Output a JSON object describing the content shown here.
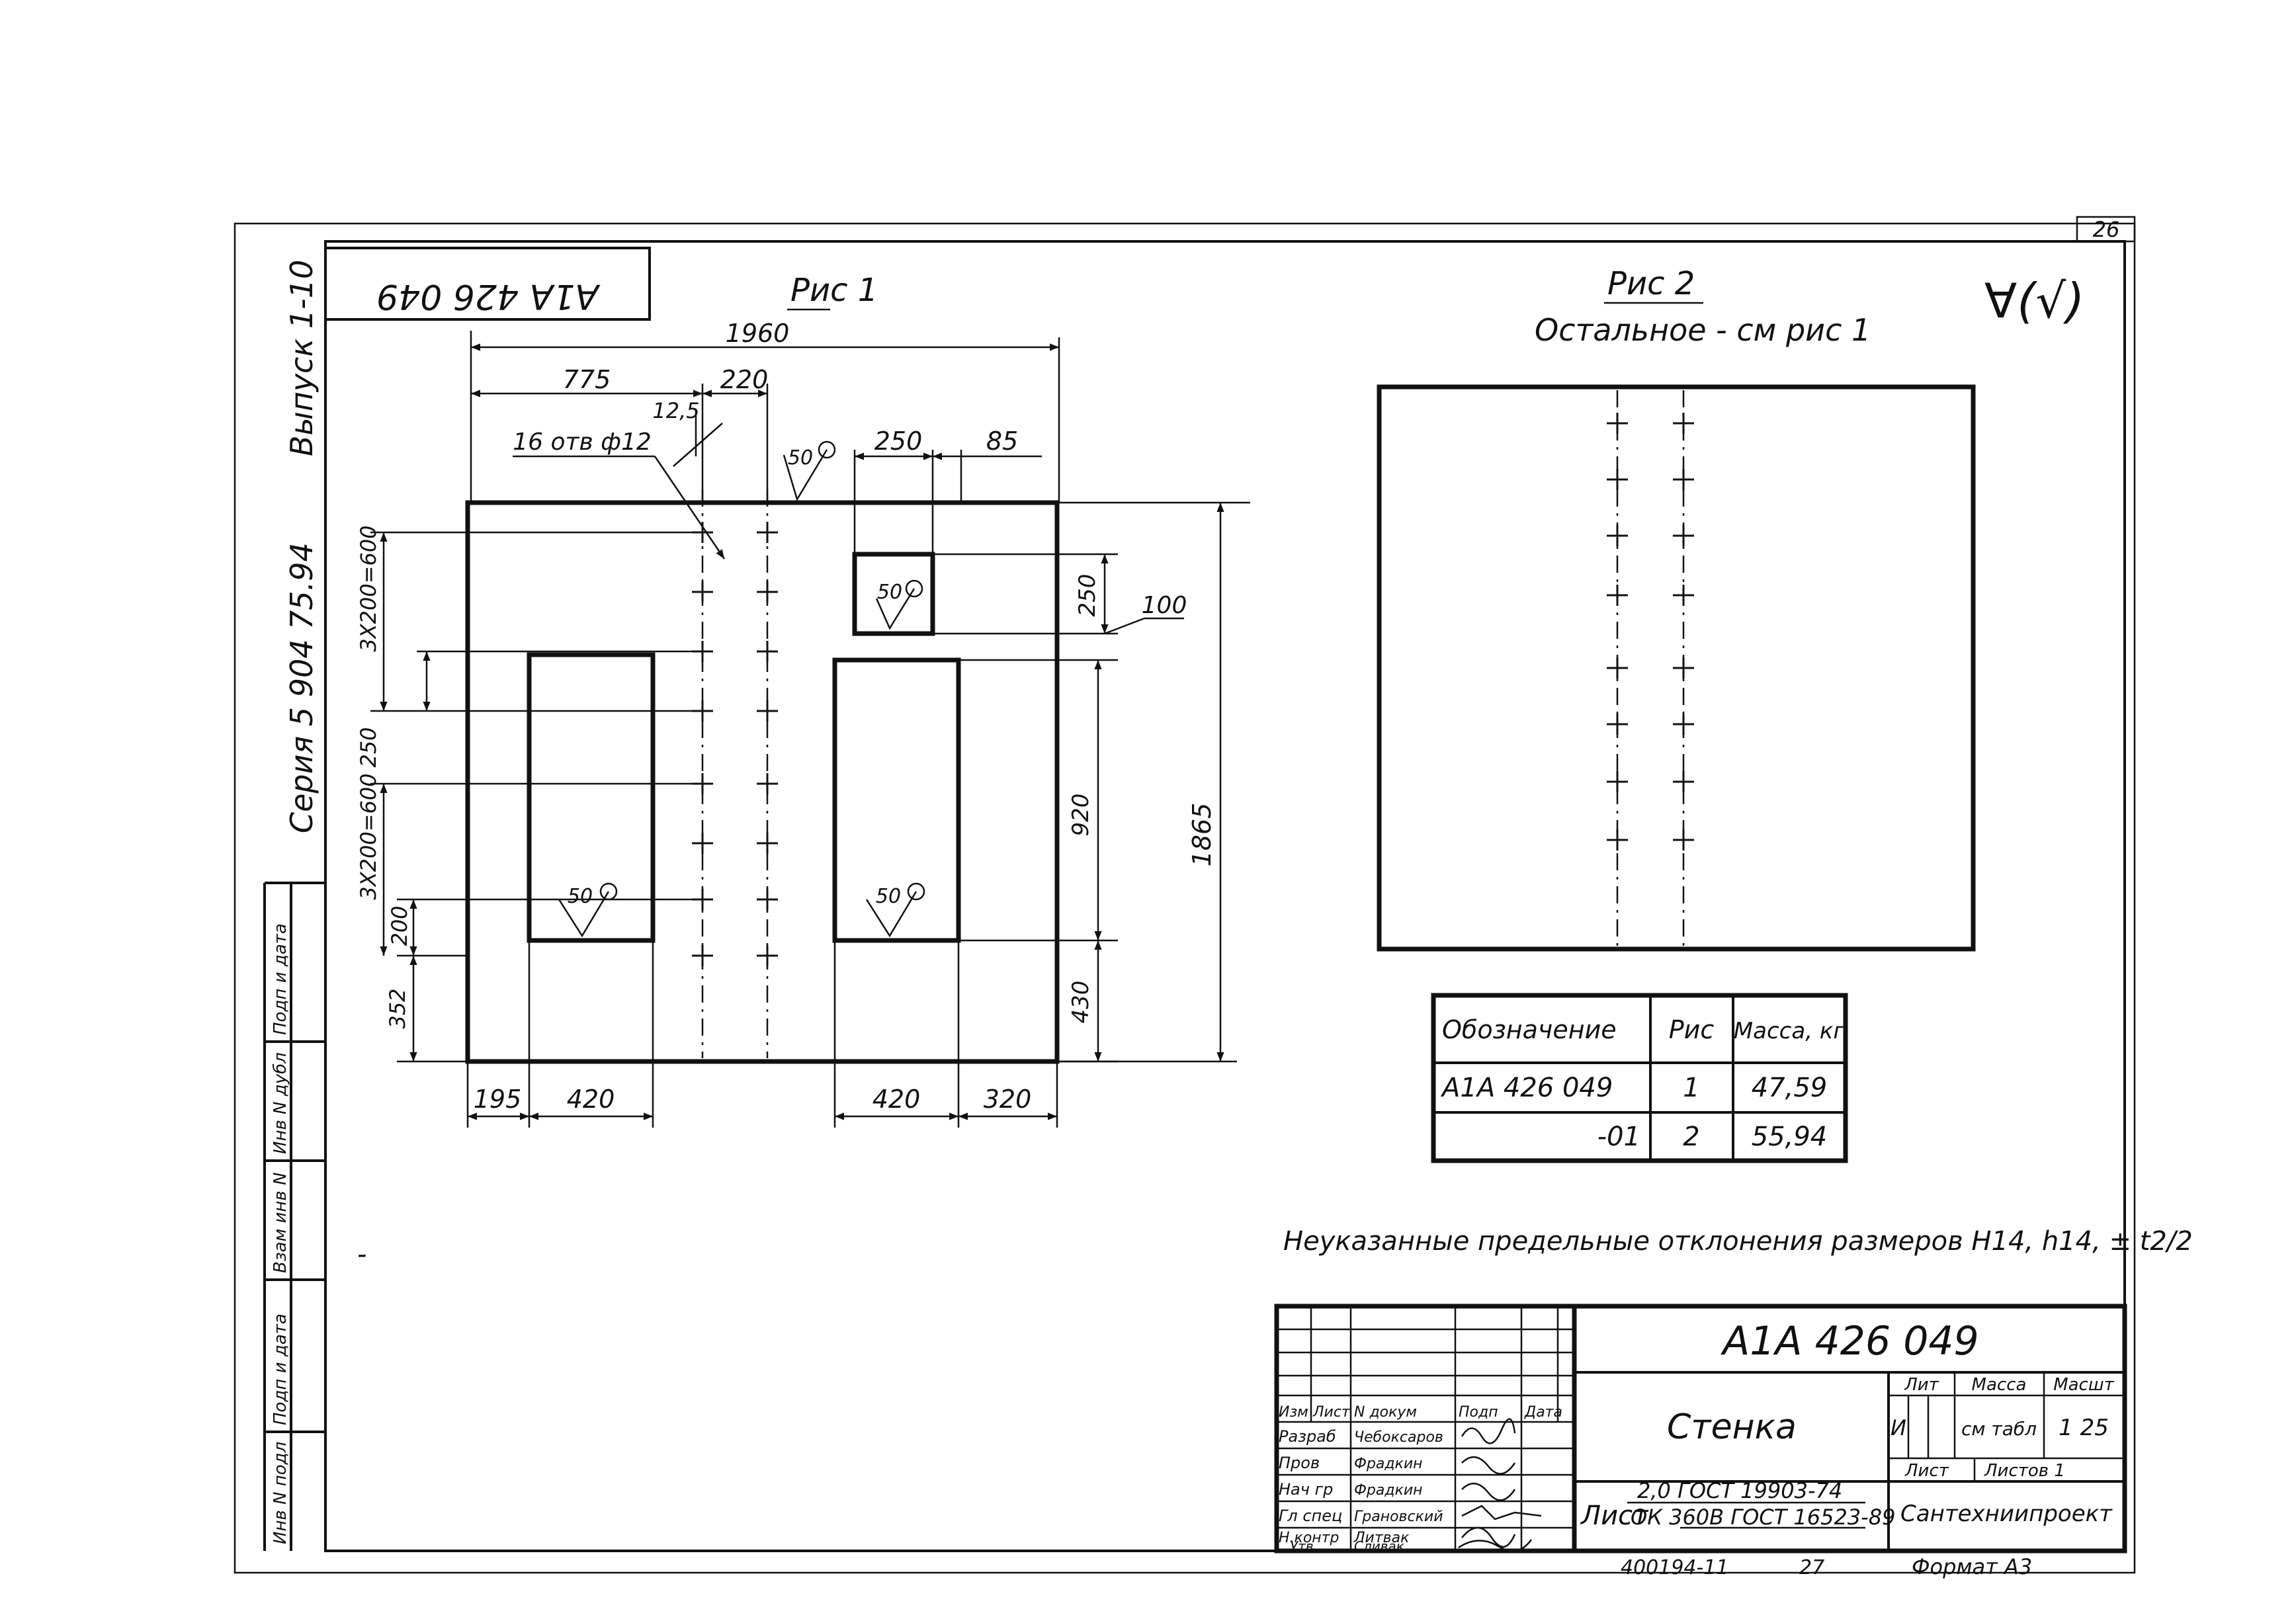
{
  "sheet_number": "26",
  "side_margin": {
    "series": "Серия 5 904 75.94",
    "issue": "Выпуск 1-10",
    "boxes": [
      "Подп и дата",
      "Инв N дубл",
      "Взам инв N",
      "Подп и дата",
      "Инв N подл"
    ]
  },
  "mirrored_code": "A1A 426 049",
  "figure1": {
    "title": "Рис 1",
    "dims": {
      "overall_width": "1960",
      "left_offset": "775",
      "pitch": "220",
      "edge": "12,5",
      "holes": "16 отв ф12",
      "box_width": "250",
      "box_right": "85",
      "box_height": "250",
      "gap_right": "100",
      "right_opening": "920",
      "height": "1865",
      "bottom_right": "430",
      "left_upper": "3Х200=600",
      "left_mid": "250",
      "left_lower": "3Х200=600",
      "left_200": "200",
      "left_352": "352",
      "bottom_195": "195",
      "bottom_420a": "420",
      "bottom_420b": "420",
      "bottom_320": "320"
    },
    "roughness": "50"
  },
  "figure2": {
    "title": "Рис 2",
    "subtitle": "Остальное - см рис 1"
  },
  "general_roughness": "∀(√)",
  "spec_table": {
    "headers": [
      "Обозначение",
      "Рис",
      "Масса, кг"
    ],
    "rows": [
      [
        "A1A 426 049",
        "1",
        "47,59"
      ],
      [
        "-01",
        "2",
        "55,94"
      ]
    ]
  },
  "note": "Неуказанные предельные отклонения размеров H14, h14, ± t2/2",
  "title_block": {
    "code": "A1A 426 049",
    "name": "Стенка",
    "header_labels": [
      "Изм",
      "Лист",
      "N докум",
      "Подп",
      "Дата"
    ],
    "people": [
      [
        "Разраб",
        "Чебоксаров"
      ],
      [
        "Пров",
        "Фрадкин"
      ],
      [
        "Нач гр",
        "Фрадкин"
      ],
      [
        "Гл спец",
        "Грановский"
      ],
      [
        "Н.контр",
        "Литвак"
      ],
      [
        "Утв",
        "Сливак"
      ]
    ],
    "lit_label": "Лит",
    "mass_label": "Масса",
    "scale_label": "Масшт",
    "lit_value": "И",
    "mass_value": "см табл",
    "scale_value": "1 25",
    "sheet_label": "Лист",
    "sheets_label": "Листов 1",
    "material_label": "Лист",
    "material_line1": "2,0 ГОСТ 19903-74",
    "material_line2": "ОК 360В ГОСТ 16523-89",
    "organization": "Сантехниипроект",
    "bottom_code": "400194-11",
    "bottom_page": "27",
    "format": "Формат А3"
  }
}
